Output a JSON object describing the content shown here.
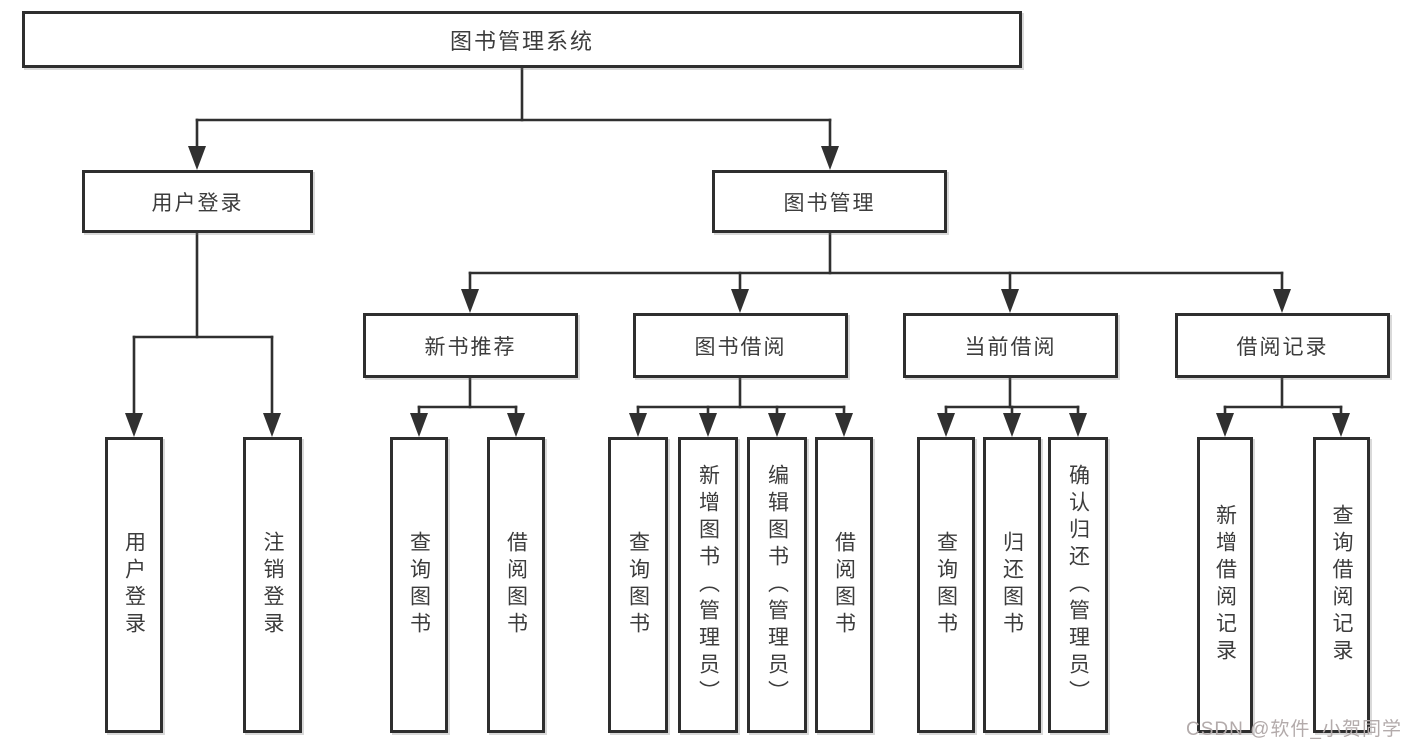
{
  "diagram": {
    "root": "图书管理系统",
    "level2": [
      {
        "label": "用户登录"
      },
      {
        "label": "图书管理"
      }
    ],
    "level3": [
      {
        "label": "新书推荐"
      },
      {
        "label": "图书借阅"
      },
      {
        "label": "当前借阅"
      },
      {
        "label": "借阅记录"
      }
    ],
    "leaves": {
      "login": [
        "用户登录",
        "注销登录"
      ],
      "recommend": [
        "查询图书",
        "借阅图书"
      ],
      "borrow": [
        "查询图书",
        "新增图书（管理员）",
        "编辑图书（管理员）",
        "借阅图书"
      ],
      "current": [
        "查询图书",
        "归还图书",
        "确认归还（管理员）"
      ],
      "records": [
        "新增借阅记录",
        "查询借阅记录"
      ]
    }
  },
  "watermark": {
    "text": "CSDN @软件_小贺同学"
  },
  "colors": {
    "line": "#303030",
    "box_border": "#2e2e2e",
    "text": "#3c3c3c",
    "watermark": "#b3abab"
  }
}
